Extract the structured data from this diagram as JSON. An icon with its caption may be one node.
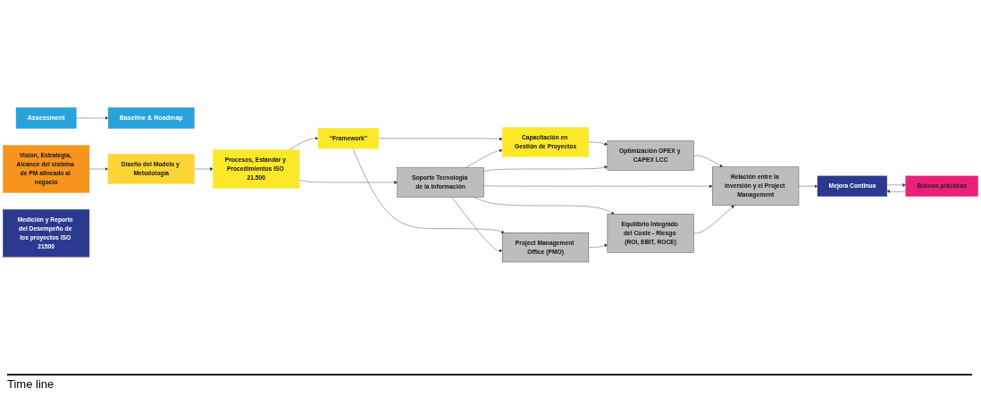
{
  "diagram": {
    "nodes": [
      {
        "text": [
          "Assessment"
        ]
      },
      {
        "text": [
          "Baseline & Roadmap"
        ]
      },
      {
        "text": [
          "Visión, Estrategia, Alcance del sistema de PM alineado al negocio"
        ]
      },
      {
        "text": [
          "Diseño del Modelo y Metodología"
        ]
      },
      {
        "text": [
          "Procesos, Estándar y Procedimientos ISO 21.500"
        ]
      },
      {
        "text": [
          "“Framework”"
        ]
      },
      {
        "text": [
          "Capacitación en Gestión de Proyectos"
        ]
      },
      {
        "text": [
          "Optimización OPEX y CAPEX LCC"
        ]
      },
      {
        "text": [
          "Relación entre la inversión y el Project Management"
        ]
      },
      {
        "text": [
          "Soporte Tecnología de la Información"
        ]
      },
      {
        "text": [
          "Project Management Office (PMO)"
        ]
      },
      {
        "text": [
          "Equilibrio Integrado del Coste - Riesgo (ROI, EBIT, ROCE)"
        ]
      },
      {
        "text": [
          "Mejora Continua"
        ]
      },
      {
        "text": [
          "Medición y Reporte del Desempeño de los proyectos ISO 21500"
        ]
      },
      {
        "text": [
          "Buenas prácticas"
        ]
      }
    ],
    "edges": [
      {
        "from": 0,
        "to": 1,
        "arrow": "to"
      },
      {
        "from": 2,
        "to": 3,
        "arrow": "to"
      },
      {
        "from": 3,
        "to": 4,
        "arrow": "to"
      },
      {
        "from": 4,
        "to": 5,
        "arrow": "to"
      },
      {
        "from": 4,
        "to": 9,
        "arrow": "to"
      },
      {
        "from": 5,
        "to": 6,
        "arrow": "to"
      },
      {
        "from": 5,
        "to": 10,
        "arrow": "to"
      },
      {
        "from": 6,
        "to": 7,
        "arrow": "to"
      },
      {
        "from": 7,
        "to": 8,
        "arrow": "to"
      },
      {
        "from": 9,
        "to": 6,
        "arrow": "to"
      },
      {
        "from": 9,
        "to": 7,
        "arrow": "to"
      },
      {
        "from": 9,
        "to": 8,
        "arrow": "to"
      },
      {
        "from": 9,
        "to": 11,
        "arrow": "to"
      },
      {
        "from": 9,
        "to": 10,
        "arrow": "to"
      },
      {
        "from": 10,
        "to": 11,
        "arrow": "to"
      },
      {
        "from": 11,
        "to": 8,
        "arrow": "to"
      },
      {
        "from": 8,
        "to": 12,
        "arrow": "to"
      },
      {
        "from": 12,
        "to": 14,
        "arrow": "to"
      },
      {
        "from": 14,
        "to": 12,
        "arrow": "to"
      }
    ],
    "labels": [
      "Time line"
    ]
  }
}
